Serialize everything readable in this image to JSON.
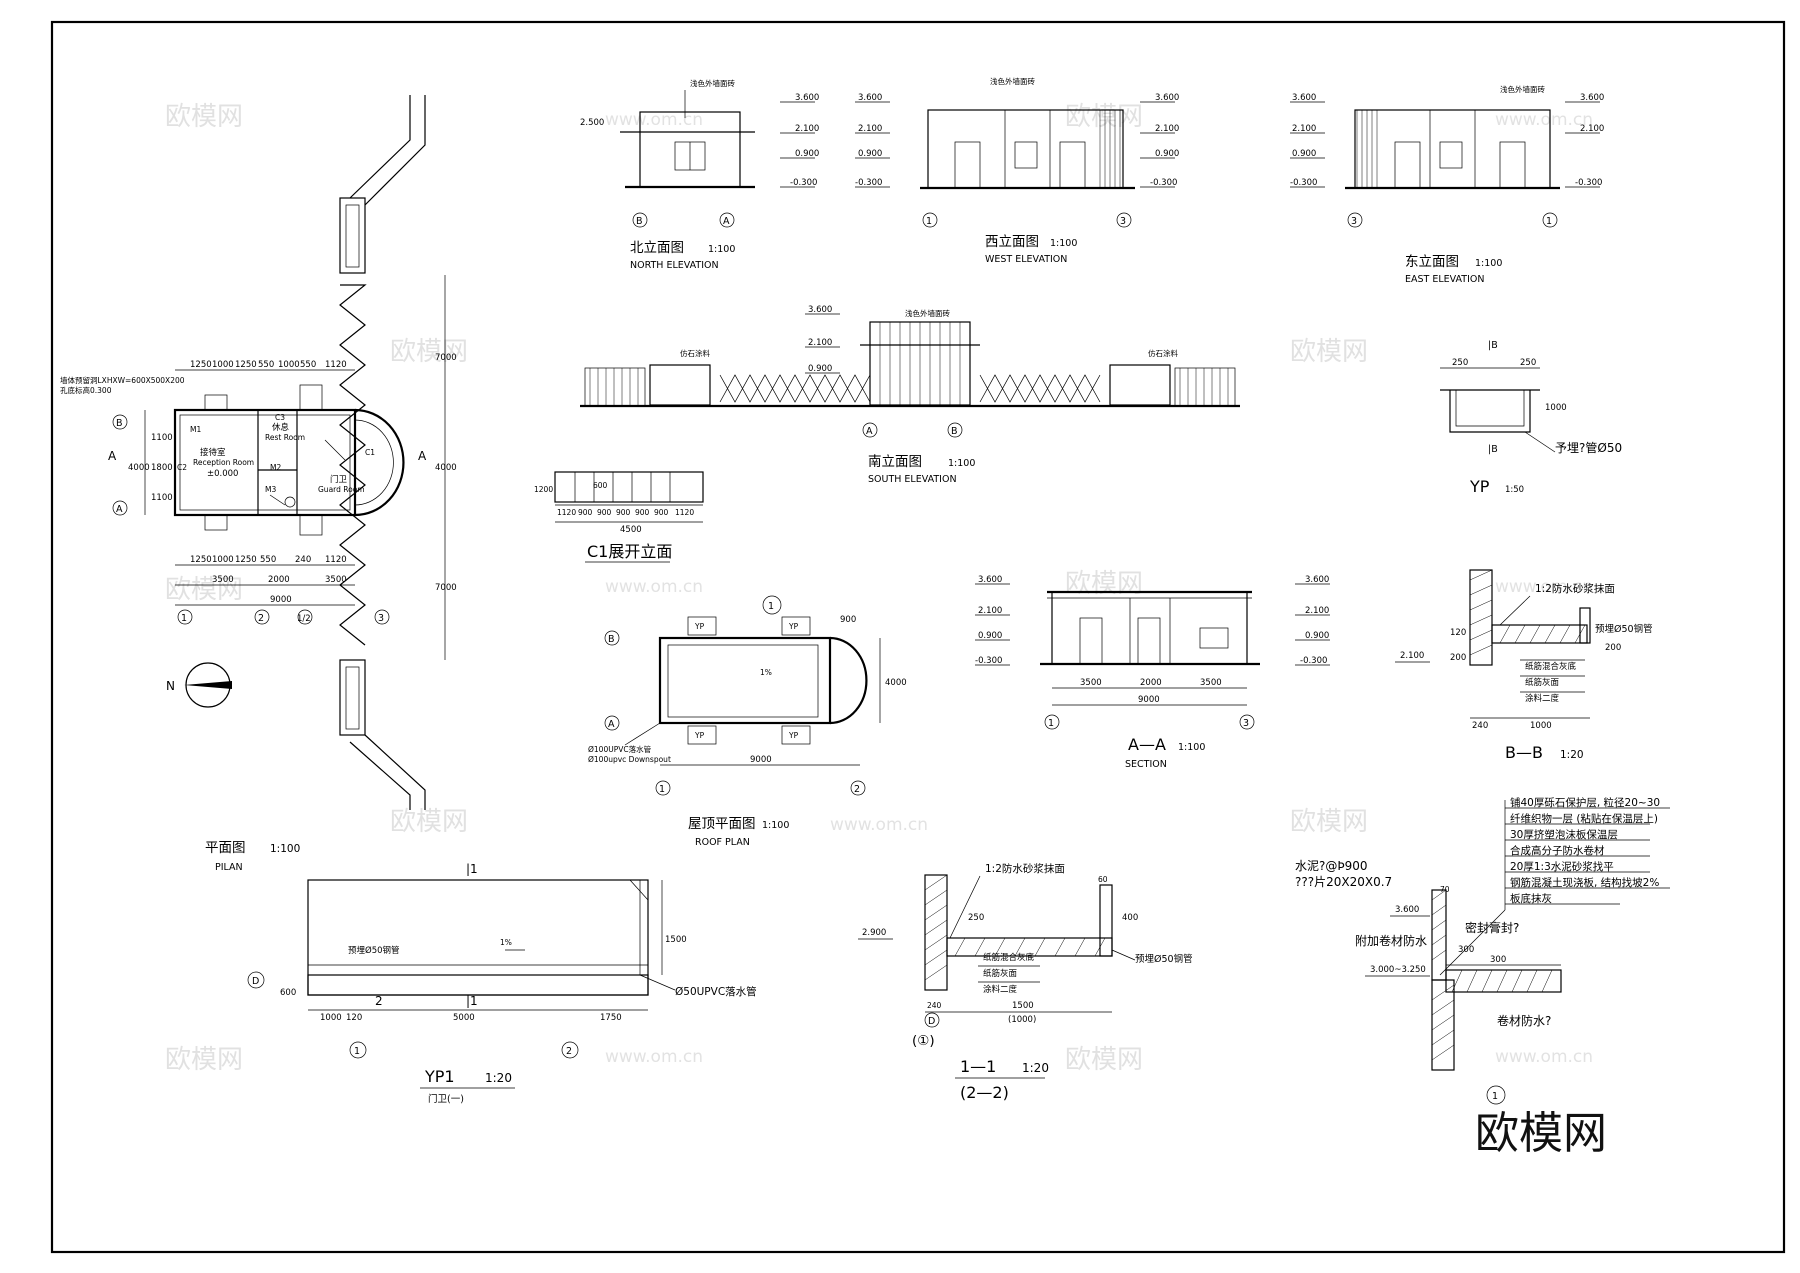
{
  "drawings": {
    "plan": {
      "title_cn": "平面图",
      "scale": "1:100",
      "title_en": "PILAN",
      "rooms": [
        {
          "cn": "接待室",
          "en": "Reception Room"
        },
        {
          "cn": "休息",
          "en": "Rest Room"
        },
        {
          "cn": "门卫",
          "en": "Guard Room"
        }
      ],
      "note1": "墙体预留洞LXHXW=600X500X200",
      "note2": "孔底标高0.300",
      "elev": "±0.000",
      "dims_top": [
        "1250",
        "1000",
        "1250",
        "550",
        "1000",
        "550",
        "1120"
      ],
      "dims_bottom": [
        "1250",
        "1000",
        "1250",
        "550",
        "240",
        "1120"
      ],
      "dims_total": [
        "3500",
        "2000",
        "3500"
      ],
      "dim_overall": "9000",
      "dims_left": [
        "1100",
        "1800",
        "1100"
      ],
      "dim_left_total": "4000",
      "dims_right": [
        "7000",
        "4000",
        "7000"
      ],
      "axes": [
        "1",
        "2",
        "1/2",
        "3",
        "A",
        "B"
      ],
      "section_mark": "A",
      "labels": [
        "M1",
        "M2",
        "M3",
        "C1",
        "C2",
        "C3"
      ],
      "north": "N"
    },
    "north_elev": {
      "title_cn": "北立面图",
      "scale": "1:100",
      "title_en": "NORTH ELEVATION",
      "note": "浅色外墙面砖",
      "levels": [
        "3.600",
        "2.100",
        "0.900",
        "-0.300"
      ],
      "level_left": "2.500",
      "axes": [
        "B",
        "A"
      ]
    },
    "west_elev": {
      "title_cn": "西立面图",
      "scale": "1:100",
      "title_en": "WEST ELEVATION",
      "note": "浅色外墙面砖",
      "levels": [
        "3.600",
        "2.100",
        "0.900",
        "-0.300"
      ],
      "axes": [
        "1",
        "3"
      ]
    },
    "east_elev": {
      "title_cn": "东立面图",
      "scale": "1:100",
      "title_en": "EAST ELEVATION",
      "note": "浅色外墙面砖",
      "levels": [
        "3.600",
        "2.100",
        "0.900",
        "-0.300"
      ],
      "axes": [
        "3",
        "1"
      ]
    },
    "south_elev": {
      "title_cn": "南立面图",
      "scale": "1:100",
      "title_en": "SOUTH ELEVATION",
      "note": "浅色外墙面砖",
      "side_note": "仿石涂料",
      "levels": [
        "3.600",
        "2.100",
        "0.900"
      ],
      "axes": [
        "A",
        "B"
      ]
    },
    "c1": {
      "title": "C1展开立面",
      "dims": [
        "1120",
        "900",
        "900",
        "900",
        "900",
        "900",
        "1120"
      ],
      "total": "4500",
      "height": "1200",
      "inner": "600"
    },
    "roof": {
      "title_cn": "屋顶平面图",
      "scale": "1:100",
      "title_en": "ROOF PLAN",
      "note1": "Ø100UPVC落水管",
      "note2": "Ø100upvc Downspout",
      "yp": "YP",
      "dim": "9000",
      "dim_right": "4000",
      "dim_top": "900",
      "slope": "1%",
      "axes": [
        "1",
        "2",
        "A",
        "B"
      ]
    },
    "section": {
      "title": "A—A",
      "scale": "1:100",
      "title_en": "SECTION",
      "levels": [
        "3.600",
        "2.100",
        "0.900",
        "-0.300"
      ],
      "dims": [
        "3500",
        "2000",
        "3500"
      ],
      "total": "9000",
      "axes": [
        "1",
        "3"
      ]
    },
    "yp_detail": {
      "title": "YP",
      "scale": "1:50",
      "mark": "|B",
      "dims": [
        "250",
        "250",
        "1000"
      ],
      "note": "予埋?管Ø50"
    },
    "bb": {
      "title": "B—B",
      "scale": "1:20",
      "note_top": "1:2防水砂浆抹面",
      "level": "2.100",
      "layers": [
        "纸筋混合灰底",
        "纸筋灰面",
        "涂料二度"
      ],
      "pipe": "预埋Ø50钢管",
      "dims": [
        "240",
        "1000",
        "120",
        "200",
        "200"
      ]
    },
    "yp1": {
      "title": "YP1",
      "scale": "1:20",
      "subtitle": "门卫(一)",
      "mark": "|1",
      "dims": [
        "1000",
        "120",
        "5000",
        "1750"
      ],
      "dim_v": "1500",
      "dim_v2": "600",
      "pipe": "预埋Ø50钢管",
      "drain": "Ø50UPVC落水管",
      "slope": "1%",
      "axes": [
        "1",
        "2",
        "D"
      ],
      "label2": "2"
    },
    "s11": {
      "title": "1—1",
      "scale": "1:20",
      "subtitle": "(2—2)",
      "axis_note": "(①)",
      "note_top": "1:2防水砂浆抹面",
      "level": "2.900",
      "layers": [
        "纸筋混合灰底",
        "纸筋灰面",
        "涂料二度"
      ],
      "pipe": "预埋Ø50钢管",
      "dims": [
        "240",
        "1500",
        "(1000)",
        "400",
        "250",
        "60"
      ],
      "axis": "D"
    },
    "roof_detail": {
      "layers": [
        "铺40厚砾石保护层, 粒径20~30",
        "纤维织物一层 (粘贴在保温层上)",
        "30厚挤塑泡沫板保温层",
        "合成高分子防水卷材",
        "20厚1:3水泥砂浆找平",
        "钢筋混凝土现浇板, 结构找坡2%",
        "板底抹灰"
      ],
      "note1": "水泥?@Þ900",
      "note2": "???片20X20X0.7",
      "note3": "附加卷材防水",
      "note4": "密封膏封?",
      "note5": "卷材防水?",
      "levels": [
        "3.600",
        "3.000~3.250"
      ],
      "dims": [
        "70",
        "300",
        "300"
      ],
      "mark": "1"
    }
  },
  "watermark": {
    "text": "欧模网",
    "url": "www.om.cn",
    "url2": "www.om.cn"
  },
  "brand": "欧模网"
}
